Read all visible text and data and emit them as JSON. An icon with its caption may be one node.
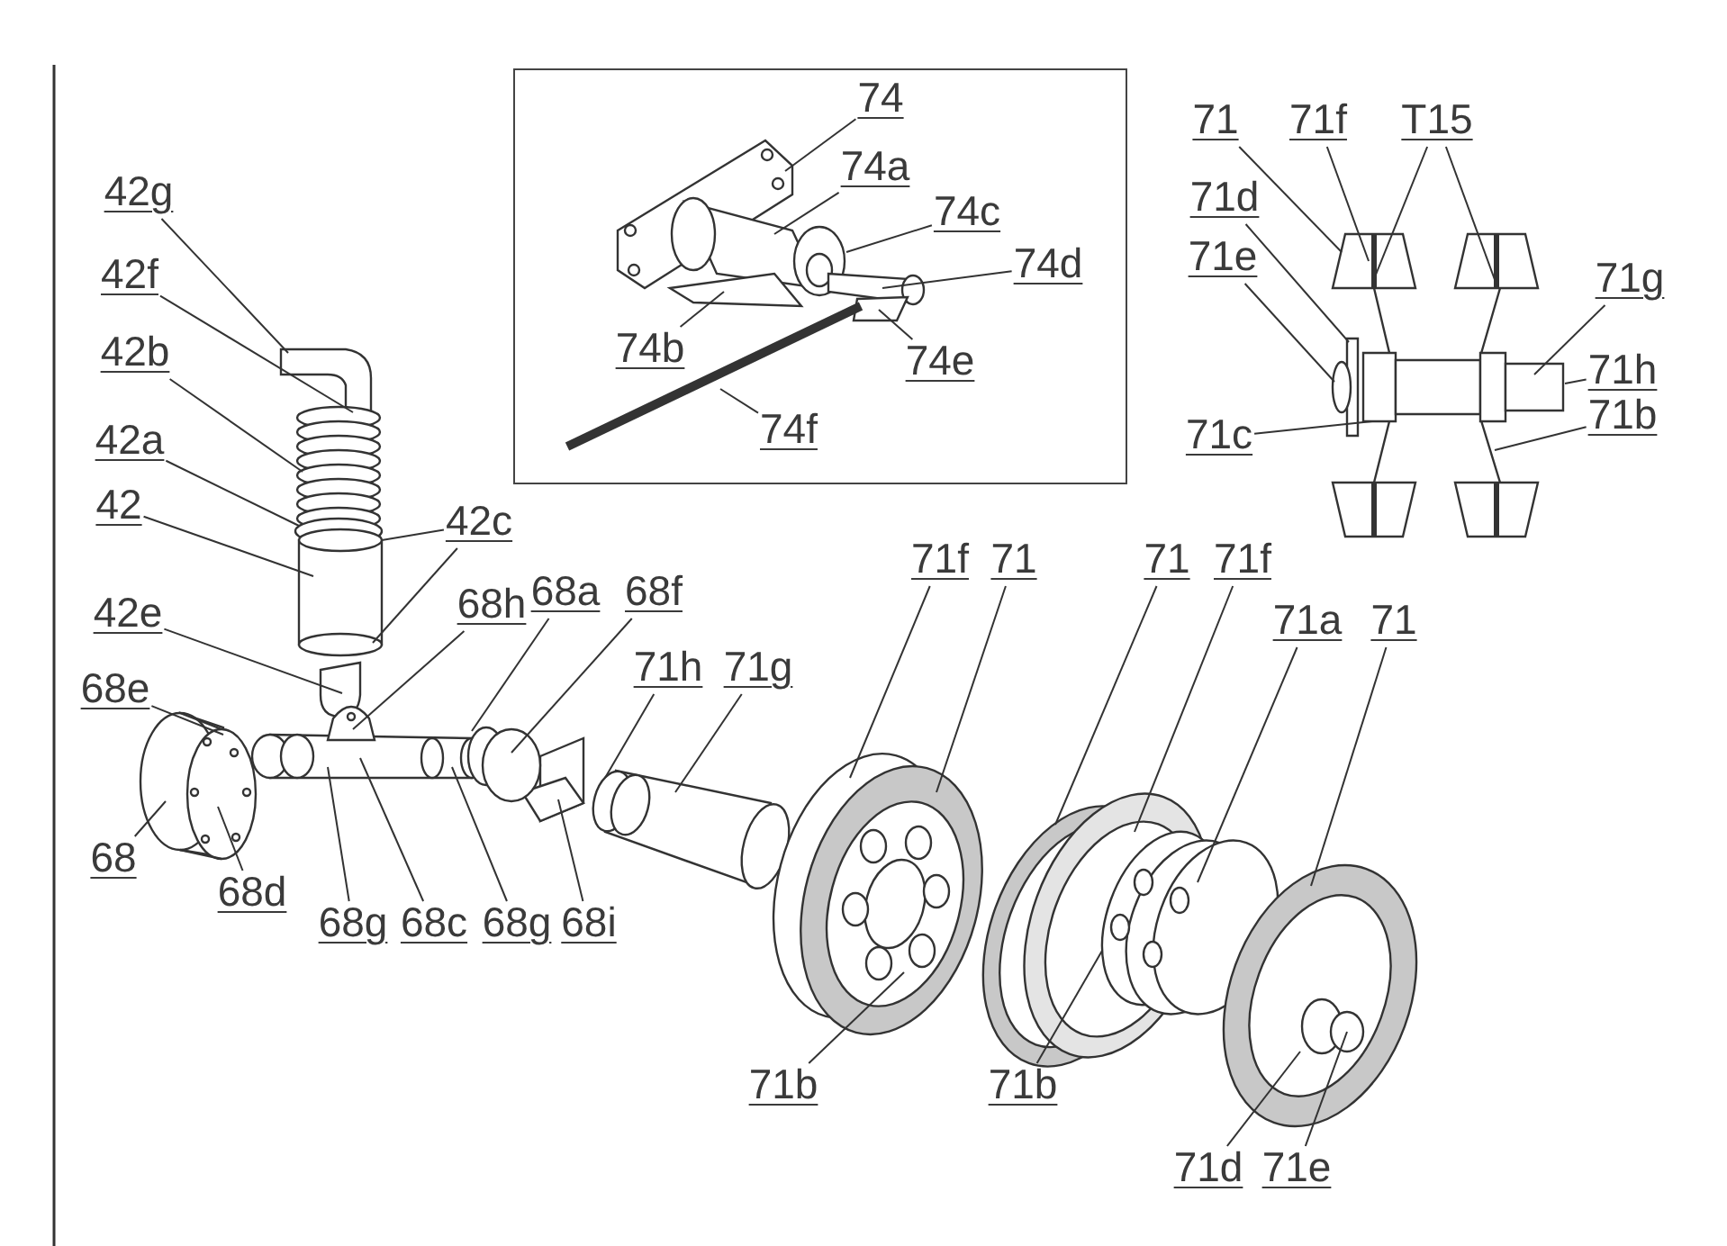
{
  "diagram": {
    "nodes": [
      {
        "text": [],
        "shape": "box"
      },
      {
        "text": [
          "74"
        ],
        "in": 0
      },
      {
        "text": [
          "74a"
        ],
        "in": 0
      },
      {
        "text": [
          "74c"
        ],
        "in": 0
      },
      {
        "text": [
          "74d"
        ],
        "in": 0
      },
      {
        "text": [
          "74b"
        ],
        "in": 0
      },
      {
        "text": [
          "74e"
        ],
        "in": 0
      },
      {
        "text": [
          "74f"
        ],
        "in": 0
      },
      {
        "text": [
          "71"
        ]
      },
      {
        "text": [
          "71f"
        ]
      },
      {
        "text": [
          "T15"
        ]
      },
      {
        "text": [
          "71d"
        ]
      },
      {
        "text": [
          "71e"
        ]
      },
      {
        "text": [
          "71g"
        ]
      },
      {
        "text": [
          "71h"
        ]
      },
      {
        "text": [
          "71b"
        ]
      },
      {
        "text": [
          "71c"
        ]
      },
      {
        "text": [
          "42g"
        ]
      },
      {
        "text": [
          "42f"
        ]
      },
      {
        "text": [
          "42b"
        ]
      },
      {
        "text": [
          "42a"
        ]
      },
      {
        "text": [
          "42"
        ]
      },
      {
        "text": [
          "42c"
        ]
      },
      {
        "text": [
          "42e"
        ]
      },
      {
        "text": [
          "68h"
        ]
      },
      {
        "text": [
          "68a"
        ]
      },
      {
        "text": [
          "68f"
        ]
      },
      {
        "text": [
          "68e"
        ]
      },
      {
        "text": [
          "71h"
        ]
      },
      {
        "text": [
          "71g"
        ]
      },
      {
        "text": [
          "71f"
        ]
      },
      {
        "text": [
          "71"
        ]
      },
      {
        "text": [
          "71"
        ]
      },
      {
        "text": [
          "71f"
        ]
      },
      {
        "text": [
          "71a"
        ]
      },
      {
        "text": [
          "71"
        ]
      },
      {
        "text": [
          "68"
        ]
      },
      {
        "text": [
          "68d"
        ]
      },
      {
        "text": [
          "68g"
        ]
      },
      {
        "text": [
          "68c"
        ]
      },
      {
        "text": [
          "68g"
        ]
      },
      {
        "text": [
          "68i"
        ]
      },
      {
        "text": [
          "71b"
        ]
      },
      {
        "text": [
          "71b"
        ]
      },
      {
        "text": [
          "71d"
        ]
      },
      {
        "text": [
          "71e"
        ]
      }
    ],
    "edges": [
      {
        "from": 1,
        "to": null,
        "arrow": "none"
      },
      {
        "from": 2,
        "to": null,
        "arrow": "none"
      },
      {
        "from": 3,
        "to": null,
        "arrow": "none"
      },
      {
        "from": 4,
        "to": null,
        "arrow": "none"
      },
      {
        "from": 5,
        "to": null,
        "arrow": "none"
      },
      {
        "from": 6,
        "to": null,
        "arrow": "none"
      },
      {
        "from": 7,
        "to": null,
        "arrow": "none"
      },
      {
        "from": 8,
        "to": null,
        "arrow": "none"
      },
      {
        "from": 9,
        "to": null,
        "arrow": "none"
      },
      {
        "from": 10,
        "to": null,
        "arrow": "none"
      },
      {
        "from": 10,
        "to": null,
        "arrow": "none"
      },
      {
        "from": 11,
        "to": null,
        "arrow": "none"
      },
      {
        "from": 12,
        "to": null,
        "arrow": "none"
      },
      {
        "from": 13,
        "to": null,
        "arrow": "none"
      },
      {
        "from": 14,
        "to": null,
        "arrow": "none"
      },
      {
        "from": 15,
        "to": null,
        "arrow": "none"
      },
      {
        "from": 16,
        "to": null,
        "arrow": "none"
      },
      {
        "from": 17,
        "to": null,
        "arrow": "none"
      },
      {
        "from": 18,
        "to": null,
        "arrow": "none"
      },
      {
        "from": 19,
        "to": null,
        "arrow": "none"
      },
      {
        "from": 20,
        "to": null,
        "arrow": "none"
      },
      {
        "from": 21,
        "to": null,
        "arrow": "none"
      },
      {
        "from": 22,
        "to": null,
        "arrow": "none"
      },
      {
        "from": 22,
        "to": null,
        "arrow": "none"
      },
      {
        "from": 23,
        "to": null,
        "arrow": "none"
      },
      {
        "from": 24,
        "to": null,
        "arrow": "none"
      },
      {
        "from": 25,
        "to": null,
        "arrow": "none"
      },
      {
        "from": 26,
        "to": null,
        "arrow": "none"
      },
      {
        "from": 27,
        "to": null,
        "arrow": "none"
      },
      {
        "from": 28,
        "to": null,
        "arrow": "none"
      },
      {
        "from": 29,
        "to": null,
        "arrow": "none"
      },
      {
        "from": 30,
        "to": null,
        "arrow": "none"
      },
      {
        "from": 31,
        "to": null,
        "arrow": "none"
      },
      {
        "from": 32,
        "to": null,
        "arrow": "none"
      },
      {
        "from": 33,
        "to": null,
        "arrow": "none"
      },
      {
        "from": 34,
        "to": null,
        "arrow": "none"
      },
      {
        "from": 35,
        "to": null,
        "arrow": "none"
      },
      {
        "from": 36,
        "to": null,
        "arrow": "none"
      },
      {
        "from": 37,
        "to": null,
        "arrow": "none"
      },
      {
        "from": 38,
        "to": null,
        "arrow": "none"
      },
      {
        "from": 39,
        "to": null,
        "arrow": "none"
      },
      {
        "from": 40,
        "to": null,
        "arrow": "none"
      },
      {
        "from": 41,
        "to": null,
        "arrow": "none"
      },
      {
        "from": 42,
        "to": null,
        "arrow": "none"
      },
      {
        "from": 43,
        "to": null,
        "arrow": "none"
      },
      {
        "from": 44,
        "to": null,
        "arrow": "none"
      },
      {
        "from": 45,
        "to": null,
        "arrow": "none"
      }
    ]
  }
}
